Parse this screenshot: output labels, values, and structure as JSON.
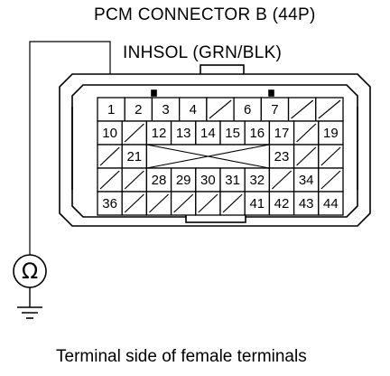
{
  "title": "PCM CONNECTOR B (44P)",
  "signal_label": "INHSOL (GRN/BLK)",
  "footer": "Terminal side of female terminals",
  "meter_symbol": "Ω",
  "meter_icon": "ohmmeter-icon",
  "ground_icon": "ground-symbol-icon",
  "probe_pin": "1",
  "pins": {
    "row1": [
      "1",
      "2",
      "3",
      "4",
      "",
      "6",
      "7",
      "",
      ""
    ],
    "row2": [
      "10",
      "",
      "12",
      "13",
      "14",
      "15",
      "16",
      "17",
      "",
      "19"
    ],
    "row3": [
      "",
      "21",
      "",
      "",
      "",
      "",
      "",
      "23",
      "",
      ""
    ],
    "row4": [
      "",
      "",
      "28",
      "29",
      "30",
      "31",
      "32",
      "",
      "34",
      ""
    ],
    "row5": [
      "36",
      "",
      "",
      "",
      "",
      "",
      "41",
      "42",
      "43",
      "44"
    ]
  }
}
